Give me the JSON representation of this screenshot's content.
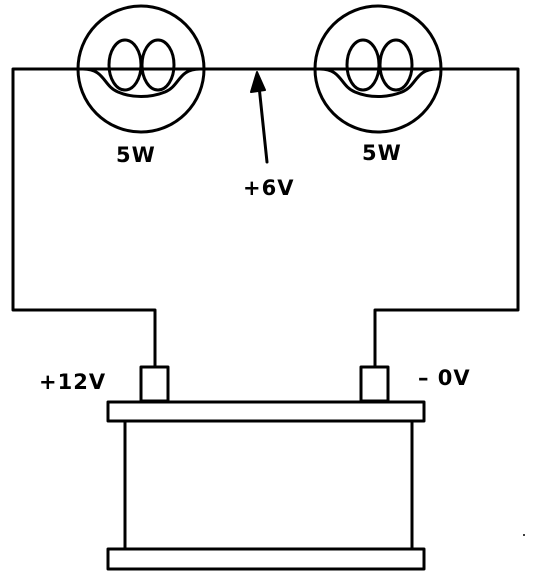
{
  "diagram": {
    "lamps": [
      {
        "rating": "5W"
      },
      {
        "rating": "5W"
      }
    ],
    "midpoint_voltage": "+6V",
    "battery": {
      "positive_terminal": "+12V",
      "negative_terminal": "– 0V"
    }
  },
  "colors": {
    "ink": "#000000",
    "background": "#ffffff"
  }
}
